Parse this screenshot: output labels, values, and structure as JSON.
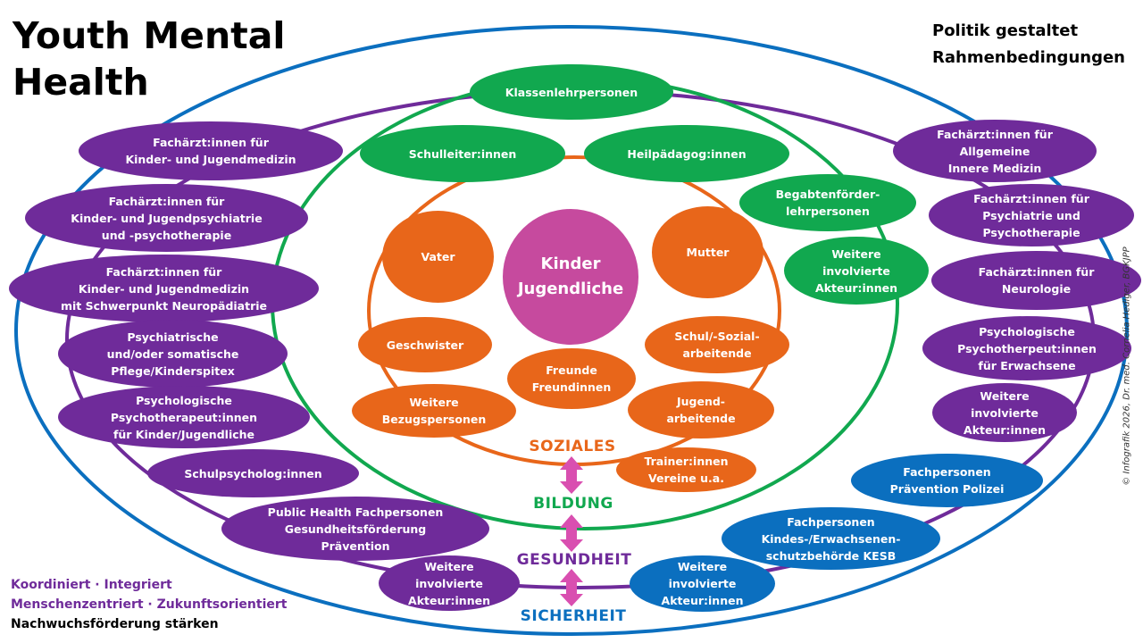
{
  "title": "Youth Mental\nHealth",
  "politik": "Politik gestaltet\nRahmenbedingungen",
  "colors": {
    "purple": "#6f2b9a",
    "green": "#11a84f",
    "orange": "#e8661a",
    "blue": "#0b6fbf",
    "pink": "#c64a9e",
    "arrow": "#d94fb0"
  },
  "center": "Kinder\nJugendliche",
  "soziales": [
    "Vater",
    "Mutter",
    "Geschwister",
    "Freunde\nFreundinnen",
    "Schul/-Sozial-\narbeitende",
    "Weitere\nBezugspersonen",
    "Jugend-\narbeitende",
    "Trainer:innen\nVereine u.a."
  ],
  "bildung": [
    "Klassenlehrpersonen",
    "Schulleiter:innen",
    "Heilpädagog:innen",
    "Begabtenförder-\nlehrpersonen",
    "Weitere\ninvolvierte\nAkteur:innen"
  ],
  "gesundheit_left": [
    "Fachärzt:innen für\nKinder- und Jugendmedizin",
    "Fachärzt:innen für\nKinder- und Jugendpsychiatrie\nund -psychotherapie",
    "Fachärzt:innen für\nKinder- und Jugendmedizin\nmit Schwerpunkt Neuropädiatrie",
    "Psychiatrische\nund/oder somatische\nPflege/Kinderspitex",
    "Psychologische\nPsychotherapeut:innen\nfür Kinder/Jugendliche",
    "Schulpsycholog:innen",
    "Public Health Fachpersonen\nGesundheitsförderung\nPrävention",
    "Weitere\ninvolvierte\nAkteur:innen"
  ],
  "gesundheit_right": [
    "Fachärzt:innen für\nAllgemeine\nInnere Medizin",
    "Fachärzt:innen für\nPsychiatrie und\nPsychotherapie",
    "Fachärzt:innen für\nNeurologie",
    "Psychologische\nPsychotherpeut:innen\nfür Erwachsene",
    "Weitere\ninvolvierte\nAkteur:innen"
  ],
  "sicherheit": [
    "Fachpersonen\nPrävention Polizei",
    "Fachpersonen\nKindes-/Erwachsenen-\nschutzbehörde KESB",
    "Weitere\ninvolvierte\nAkteur:innen"
  ],
  "layers": {
    "soziales": "SOZIALES",
    "bildung": "BILDUNG",
    "gesundheit": "GESUNDHEIT",
    "sicherheit": "SICHERHEIT"
  },
  "bottom_left": {
    "line1": "Koordiniert · Integriert",
    "line2": "Menschenzentriert · Zukunftsorientiert",
    "line3": "Nachwuchsförderung stärken"
  },
  "credit": "© Infografik 2026, Dr. med. Cornelia Hediger, BGKJPP"
}
